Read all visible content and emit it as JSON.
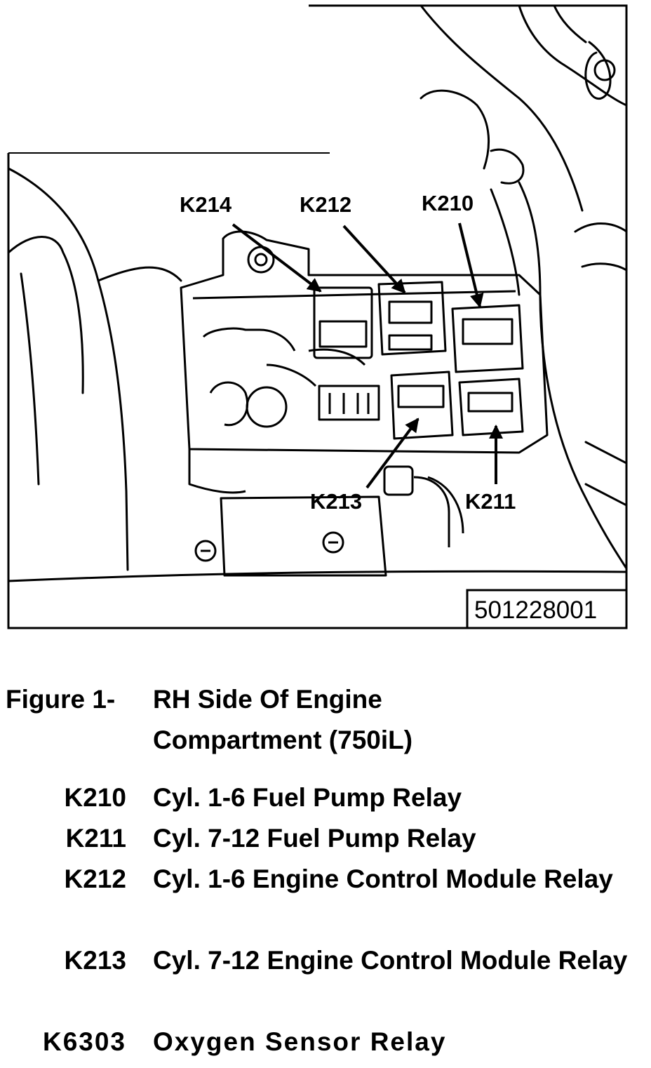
{
  "figure": {
    "image_number": "501228001",
    "callouts": [
      {
        "id": "k214",
        "label": "K214"
      },
      {
        "id": "k212",
        "label": "K212"
      },
      {
        "id": "k210",
        "label": "K210"
      },
      {
        "id": "k213",
        "label": "K213"
      },
      {
        "id": "k211",
        "label": "K211"
      }
    ]
  },
  "caption": {
    "figure_label": "Figure 1-",
    "title_line1": "RH Side Of Engine",
    "title_line2": "Compartment (750iL)"
  },
  "legend": [
    {
      "code": "K210",
      "description": "Cyl. 1-6 Fuel Pump Relay"
    },
    {
      "code": "K211",
      "description": "Cyl. 7-12 Fuel Pump Relay"
    },
    {
      "code": "K212",
      "description": "Cyl. 1-6 Engine Control Module Relay"
    },
    {
      "code": "K213",
      "description": "Cyl. 7-12 Engine Control Module Relay"
    },
    {
      "code": "K6303",
      "description": "Oxygen Sensor Relay"
    }
  ]
}
